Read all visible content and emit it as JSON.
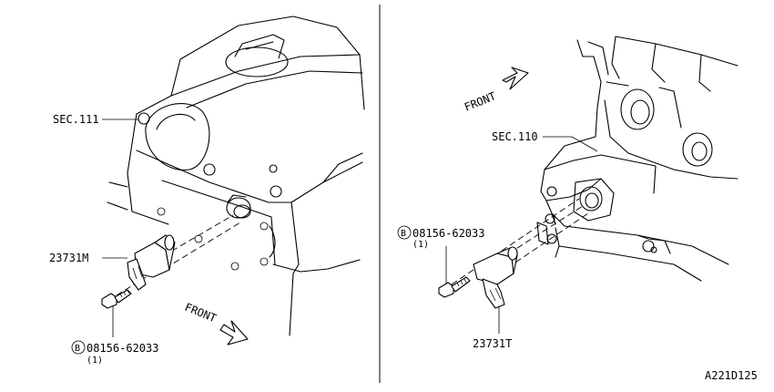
{
  "left_panel": {
    "sec_label": "SEC.111",
    "part_label": "23731M",
    "bolt_letter": "B",
    "bolt_label": "08156-62033",
    "bolt_qty": "(1)",
    "front_label": "FRONT"
  },
  "right_panel": {
    "sec_label": "SEC.110",
    "part_label": "23731T",
    "bolt_letter": "B",
    "bolt_label": "08156-62033",
    "bolt_qty": "(1)",
    "front_label": "FRONT"
  },
  "diagram_id": "A221D125"
}
